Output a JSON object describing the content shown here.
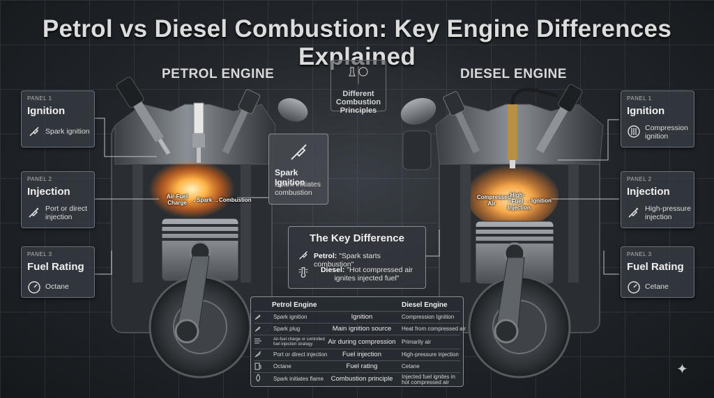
{
  "title": "Petrol vs Diesel Combustion: Key Engine Differences Explained",
  "petrol": {
    "heading": "PETROL ENGINE",
    "panels": [
      {
        "num": "PANEL 1",
        "title": "Ignition",
        "text": "Spark ignition",
        "icon": "spark-plug-icon"
      },
      {
        "num": "PANEL 2",
        "title": "Injection",
        "text": "Port or direct injection",
        "icon": "injector-icon"
      },
      {
        "num": "PANEL 3",
        "title": "Fuel Rating",
        "text": "Octane",
        "icon": "gauge-icon"
      }
    ],
    "flow": {
      "a": "Air-Fuel Charge",
      "b": "Spark",
      "c": "Combustion"
    },
    "callout": {
      "title": "Spark Ignition",
      "text": "Spark initiates combustion"
    }
  },
  "diesel": {
    "heading": "DIESEL ENGINE",
    "panels": [
      {
        "num": "PANEL 1",
        "title": "Ignition",
        "text": "Compression ignition",
        "icon": "compression-icon"
      },
      {
        "num": "PANEL 2",
        "title": "Injection",
        "text": "High-pressure injection",
        "icon": "injector-icon"
      },
      {
        "num": "PANEL 3",
        "title": "Fuel Rating",
        "text": "Cetane",
        "icon": "gauge-icon"
      }
    ],
    "flow": {
      "a": "Compressed Air",
      "b": "High-Fuel Injection",
      "c": "Ignition"
    }
  },
  "center_note": "Different Combustion Principles",
  "key_difference": {
    "title": "The Key Difference",
    "petrol_label": "Petrol:",
    "petrol_text": "\"Spark starts combustion\"",
    "diesel_label": "Diesel:",
    "diesel_text": "\"Hot compressed air ignites injected fuel\""
  },
  "comparison": {
    "petrol_header": "Petrol Engine",
    "diesel_header": "Diesel Engine",
    "rows": [
      {
        "petrol": "Spark ignition",
        "aspect": "Ignition",
        "diesel": "Compression Ignition"
      },
      {
        "petrol": "Spark plug",
        "aspect": "Main ignition source",
        "diesel": "Heat from compressed air"
      },
      {
        "petrol": "Air-fuel charge or controlled fuel injection strategy",
        "aspect": "Air during compression",
        "diesel": "Primarily air"
      },
      {
        "petrol": "Port or direct injection",
        "aspect": "Fuel injection",
        "diesel": "High-pressure injection"
      },
      {
        "petrol": "Octane",
        "aspect": "Fuel rating",
        "diesel": "Cetane"
      },
      {
        "petrol": "Spark initiates flame",
        "aspect": "Combustion principle",
        "diesel": "Injected fuel ignites in hot compressed air"
      }
    ]
  },
  "colors": {
    "accent_glow": "#ffb347",
    "panel_border": "#6b727a",
    "background": "#23272c"
  }
}
